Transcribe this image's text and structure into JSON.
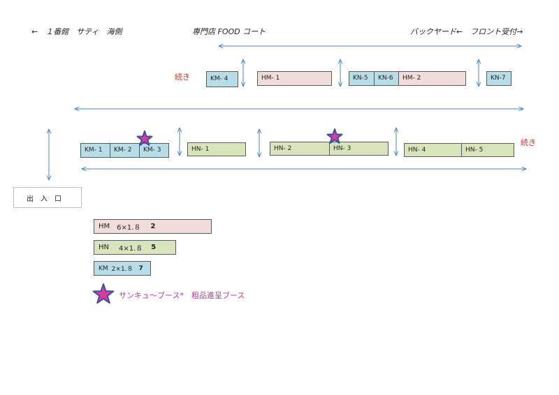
{
  "header": {
    "left": "←　１番館　サティ　海側",
    "center": "専門店 FOOD コート",
    "right": "バックヤード←　フロント受付→"
  },
  "continuation_label": "続き",
  "entrance_label": "出入口",
  "row_top": {
    "booths": [
      {
        "label": "KM- 4",
        "type": "km"
      },
      {
        "label": "HM- 1",
        "type": "hm"
      },
      {
        "label": "KN-5",
        "type": "km"
      },
      {
        "label": "KN-6",
        "type": "km"
      },
      {
        "label": "HM- 2",
        "type": "hm"
      },
      {
        "label": "KN-7",
        "type": "km"
      }
    ]
  },
  "row_bottom": {
    "booths": [
      {
        "label": "KM- 1",
        "type": "km"
      },
      {
        "label": "KM- 2",
        "type": "km"
      },
      {
        "label": "KM- 3",
        "type": "km"
      },
      {
        "label": "HN- 1",
        "type": "hn"
      },
      {
        "label": "HN- 2",
        "type": "hn"
      },
      {
        "label": "HN- 3",
        "type": "hn"
      },
      {
        "label": "HN- 4",
        "type": "hn"
      },
      {
        "label": "HN- 5",
        "type": "hn"
      }
    ]
  },
  "legend": [
    {
      "code": "HM",
      "size": "6×1.８",
      "count": "2",
      "color": "#f2dcdb"
    },
    {
      "code": "HN",
      "size": "4×1.８",
      "count": "5",
      "color": "#d7e4bc"
    },
    {
      "code": "KM",
      "size": "2×1.８",
      "count": "7",
      "color": "#b7dde8"
    }
  ],
  "star_legend": "サンキュ～ブース*　粗品進呈ブース",
  "colors": {
    "km": "#b7dde8",
    "hm": "#f2dcdb",
    "hn": "#d7e4bc",
    "arrow": "#4a86c5",
    "star_fill": "#d63ca0",
    "star_stroke": "#3f4fa0",
    "continuation": "#d0342c"
  }
}
